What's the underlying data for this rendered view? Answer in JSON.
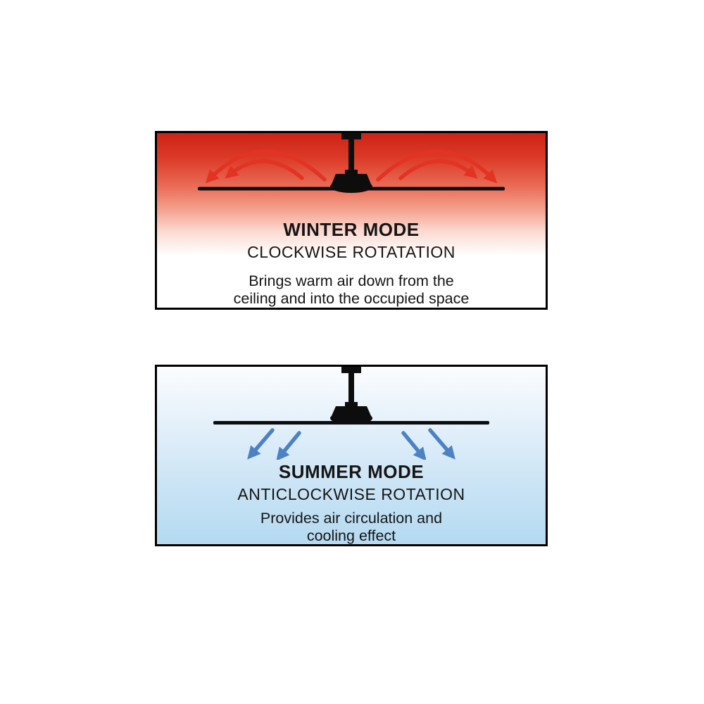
{
  "page": {
    "background_color": "#ffffff"
  },
  "panels": [
    {
      "id": "winter",
      "mode_title": "WINTER MODE",
      "rotation_label": "CLOCKWISE ROTATATION",
      "description_line1": "Brings warm air down from the",
      "description_line2": "ceiling and into the occupied space",
      "airflow_arrow_color": "#e23325",
      "gradient_top_color": "#ce2316",
      "gradient_bottom_color": "#ffffff",
      "arrow_icon": "curved-warm-air-arrows",
      "fan_icon": "ceiling-fan-silhouette"
    },
    {
      "id": "summer",
      "mode_title": "SUMMER MODE",
      "rotation_label": "ANTICLOCKWISE ROTATION",
      "description_line1": "Provides air circulation and",
      "description_line2": "cooling effect",
      "airflow_arrow_color": "#4c82c4",
      "gradient_top_color": "#fbfdfe",
      "gradient_bottom_color": "#b4daf1",
      "arrow_icon": "downward-cool-air-arrows",
      "fan_icon": "ceiling-fan-silhouette"
    }
  ]
}
